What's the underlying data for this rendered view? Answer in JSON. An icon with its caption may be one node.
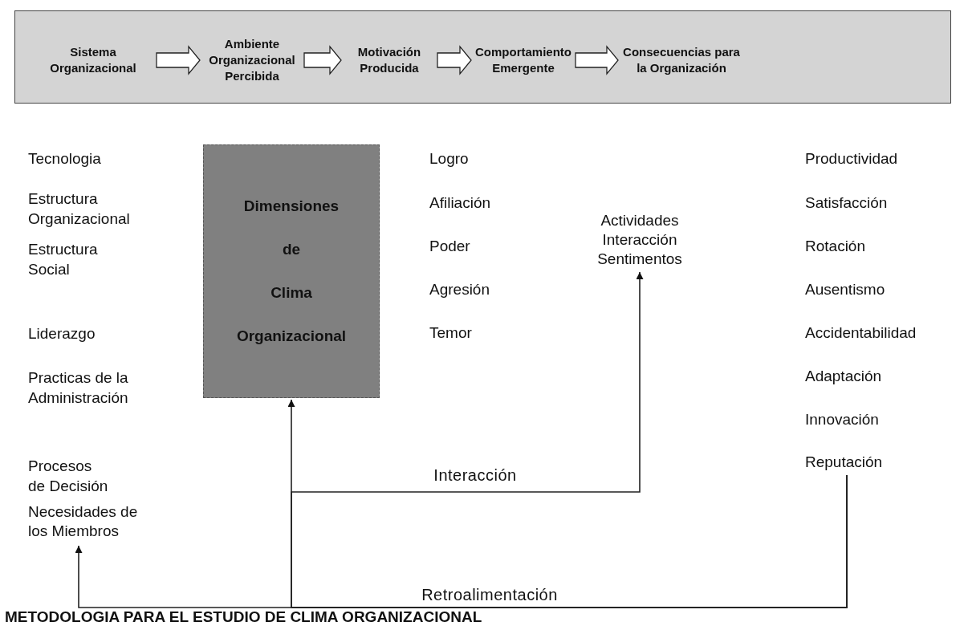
{
  "diagram": {
    "caption": "METODOLOGIA PARA EL ESTUDIO DE CLIMA ORGANIZACIONAL",
    "nodes": [
      {
        "text": [],
        "shape": "box"
      },
      {
        "text": [
          "Sistema Organizacional"
        ],
        "in": 0
      },
      {
        "text": [
          "Ambiente Organizacional Percibida"
        ],
        "in": 0
      },
      {
        "text": [
          "Motivación Producida"
        ],
        "in": 0
      },
      {
        "text": [
          "Comportamiento Emergente"
        ],
        "in": 0
      },
      {
        "text": [
          "Consecuencias para la Organización"
        ],
        "in": 0
      },
      {
        "text": [
          "Dimensiones de Clima Organizacional"
        ]
      },
      {
        "text": [
          "Necesidades de los Miembros"
        ]
      },
      {
        "text": [
          "Actividades Interacción Sentimentos"
        ]
      },
      {
        "text": [
          "Reputación"
        ]
      }
    ],
    "edges": [
      {
        "from": 1,
        "to": 2,
        "arrow": "to"
      },
      {
        "from": 2,
        "to": 3,
        "arrow": "to"
      },
      {
        "from": 3,
        "to": 4,
        "arrow": "to"
      },
      {
        "from": 4,
        "to": 5,
        "arrow": "to"
      },
      {
        "from": 9,
        "to": 7,
        "arrow": "to",
        "label": "Retroalimentación"
      },
      {
        "from": 9,
        "to": 6,
        "arrow": "to"
      },
      {
        "from": 9,
        "to": 8,
        "arrow": "to",
        "label": "Interacción"
      }
    ],
    "labels": [
      "Tecnologia",
      "Estructura Organizacional",
      "Estructura Social",
      "Liderazgo",
      "Practicas de la Administración",
      "Procesos de Decisión",
      "Logro",
      "Afiliación",
      "Poder",
      "Agresión",
      "Temor",
      "Productividad",
      "Satisfacción",
      "Rotación",
      "Ausentismo",
      "Accidentabilidad",
      "Adaptación",
      "Innovación"
    ]
  }
}
